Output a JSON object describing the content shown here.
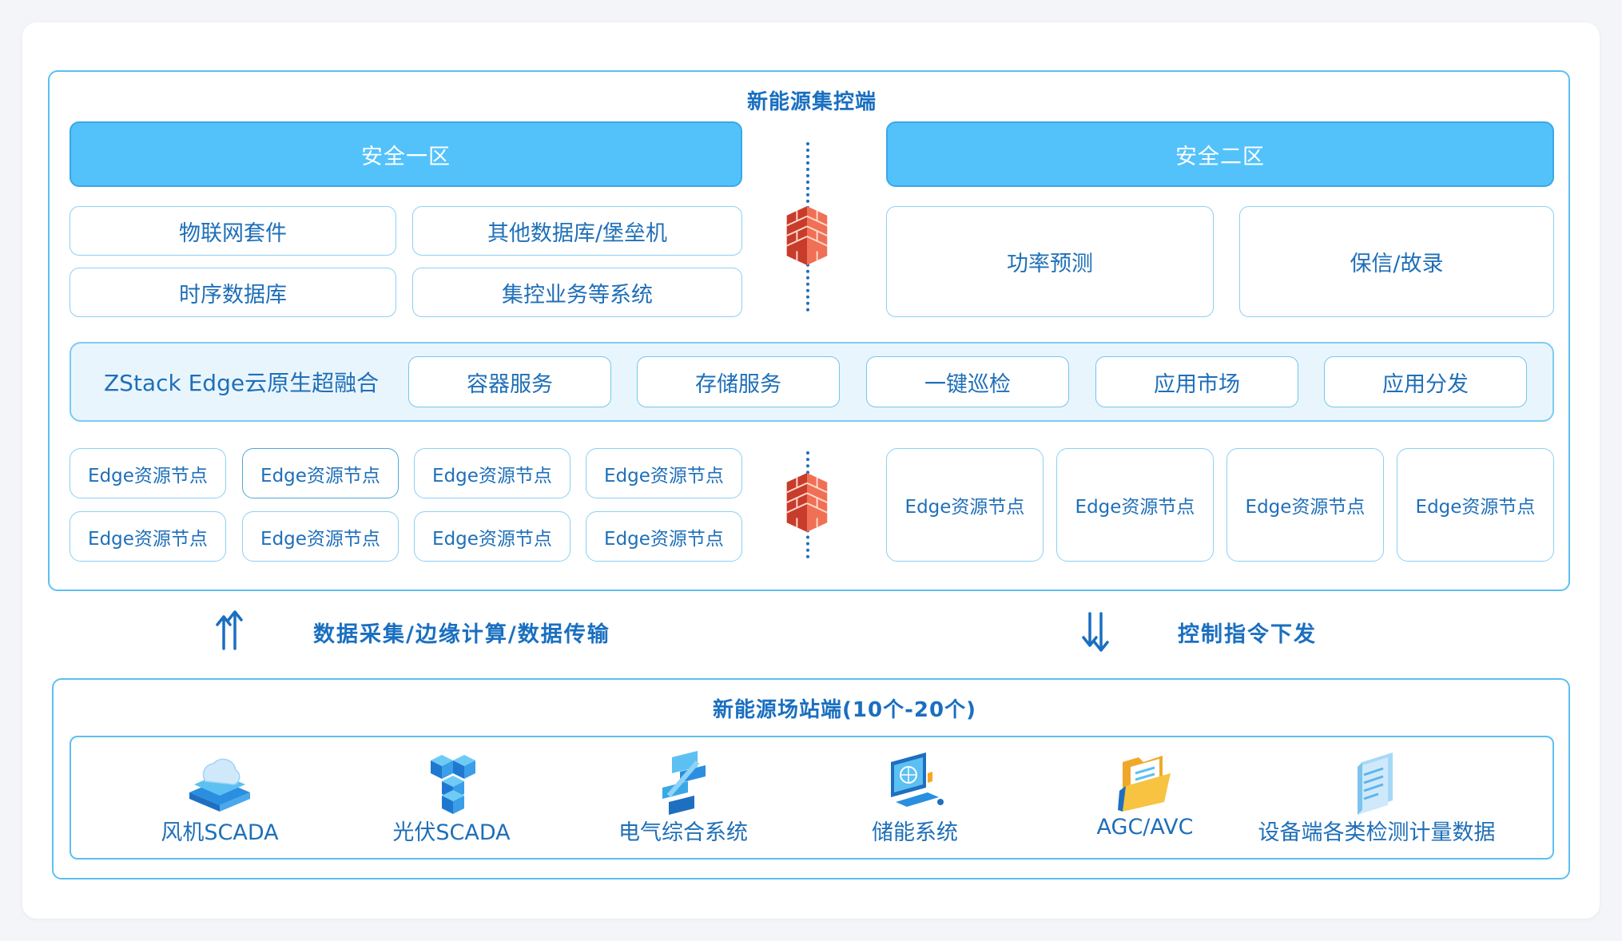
{
  "top_title": "新能源集控端",
  "zone1": {
    "header": "安全一区",
    "boxes": [
      "物联网套件",
      "其他数据库/堡垒机",
      "时序数据库",
      "集控业务等系统"
    ]
  },
  "zone2": {
    "header": "安全二区",
    "boxes": [
      "功率预测",
      "保信/故录"
    ]
  },
  "band": {
    "label": "ZStack Edge云原生超融合",
    "services": [
      "容器服务",
      "存储服务",
      "一键巡检",
      "应用市场",
      "应用分发"
    ]
  },
  "nodes_left": [
    "Edge资源节点",
    "Edge资源节点",
    "Edge资源节点",
    "Edge资源节点",
    "Edge资源节点",
    "Edge资源节点",
    "Edge资源节点",
    "Edge资源节点"
  ],
  "nodes_right": [
    "Edge资源节点",
    "Edge资源节点",
    "Edge资源节点",
    "Edge资源节点"
  ],
  "flow": {
    "up_label": "数据采集/边缘计算/数据传输",
    "down_label": "控制指令下发"
  },
  "bottom_title": "新能源场站端(10个-20个)",
  "sites": [
    {
      "label": "风机SCADA",
      "icon": "cloud-server-icon"
    },
    {
      "label": "光伏SCADA",
      "icon": "cubes-icon"
    },
    {
      "label": "电气综合系统",
      "icon": "flow-blocks-icon"
    },
    {
      "label": "储能系统",
      "icon": "computer-icon"
    },
    {
      "label": "AGC/AVC",
      "icon": "folder-icon"
    },
    {
      "label": "设备端各类检测计量数据",
      "icon": "document-stack-icon"
    }
  ],
  "colors": {
    "accent": "#53c2fb",
    "border": "#5cc0f2",
    "text": "#1f6fb8",
    "firewall": "#e2533f"
  }
}
